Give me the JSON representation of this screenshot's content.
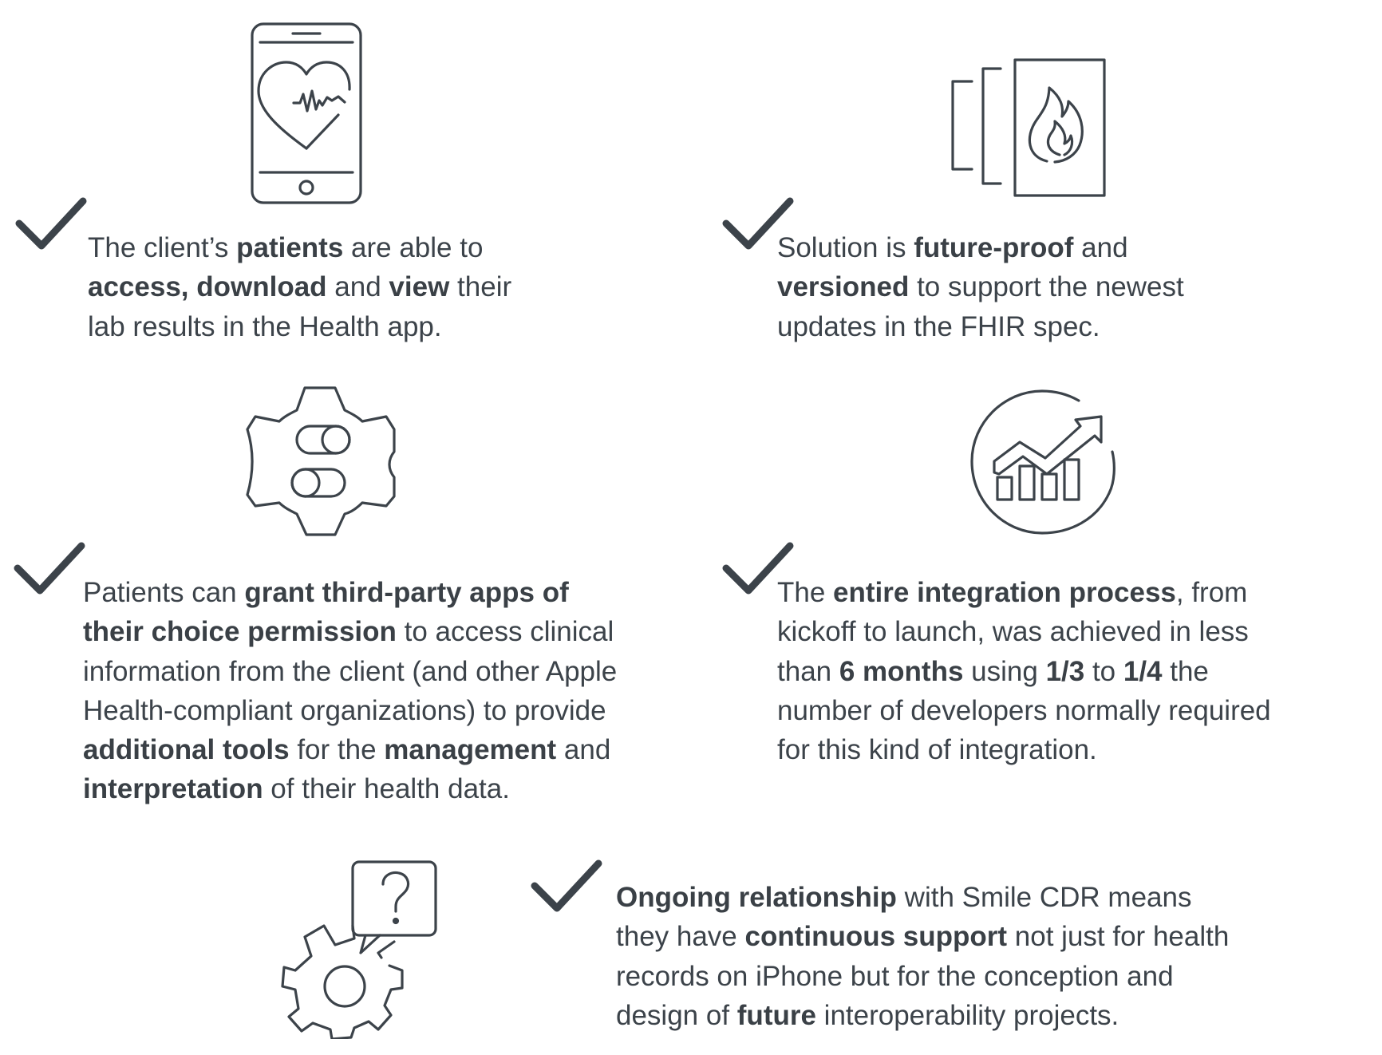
{
  "colors": {
    "ink": "#3c434a",
    "background": "#ffffff"
  },
  "items": [
    {
      "icon": "smartphone-heart-icon",
      "lines": [
        [
          {
            "t": "The client’s "
          },
          {
            "t": "patients",
            "b": true
          },
          {
            "t": " are able to"
          }
        ],
        [
          {
            "t": "access, download",
            "b": true
          },
          {
            "t": " and "
          },
          {
            "t": "view",
            "b": true
          },
          {
            "t": " their"
          }
        ],
        [
          {
            "t": "lab results in the Health app."
          }
        ]
      ]
    },
    {
      "icon": "versioned-fire-document-icon",
      "lines": [
        [
          {
            "t": "Solution is "
          },
          {
            "t": "future-proof",
            "b": true
          },
          {
            "t": " and"
          }
        ],
        [
          {
            "t": "versioned",
            "b": true
          },
          {
            "t": " to support the newest"
          }
        ],
        [
          {
            "t": "updates in the FHIR spec."
          }
        ]
      ]
    },
    {
      "icon": "gear-toggles-icon",
      "lines": [
        [
          {
            "t": "Patients can "
          },
          {
            "t": "grant third-party apps of",
            "b": true
          }
        ],
        [
          {
            "t": "their choice permission",
            "b": true
          },
          {
            "t": " to access clinical"
          }
        ],
        [
          {
            "t": "information from the client (and other Apple"
          }
        ],
        [
          {
            "t": "Health-compliant organizations) to provide"
          }
        ],
        [
          {
            "t": "additional tools",
            "b": true
          },
          {
            "t": " for the "
          },
          {
            "t": "management",
            "b": true
          },
          {
            "t": " and"
          }
        ],
        [
          {
            "t": "interpretation",
            "b": true
          },
          {
            "t": " of their health data."
          }
        ]
      ]
    },
    {
      "icon": "growth-chart-circle-icon",
      "lines": [
        [
          {
            "t": "The "
          },
          {
            "t": "entire integration process",
            "b": true
          },
          {
            "t": ", from"
          }
        ],
        [
          {
            "t": "kickoff to launch, was achieved in less"
          }
        ],
        [
          {
            "t": "than "
          },
          {
            "t": "6 months",
            "b": true
          },
          {
            "t": " using "
          },
          {
            "t": "1/3",
            "b": true
          },
          {
            "t": " to "
          },
          {
            "t": "1/4",
            "b": true
          },
          {
            "t": " the"
          }
        ],
        [
          {
            "t": "number of developers normally required"
          }
        ],
        [
          {
            "t": "for this kind of integration."
          }
        ]
      ]
    },
    {
      "icon": "gear-question-bubble-icon",
      "lines": [
        [
          {
            "t": "Ongoing relationship",
            "b": true
          },
          {
            "t": " with Smile CDR means"
          }
        ],
        [
          {
            "t": "they have "
          },
          {
            "t": "continuous support",
            "b": true
          },
          {
            "t": " not just for health"
          }
        ],
        [
          {
            "t": "records on iPhone but for the conception and"
          }
        ],
        [
          {
            "t": "design of "
          },
          {
            "t": "future",
            "b": true
          },
          {
            "t": " interoperability projects."
          }
        ]
      ]
    }
  ]
}
